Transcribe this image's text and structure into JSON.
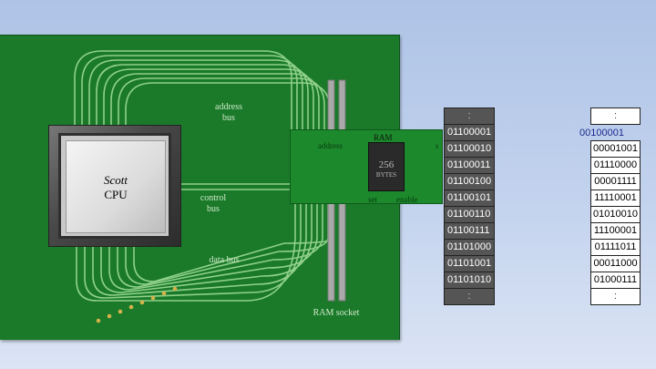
{
  "colors": {
    "board": "#1a7a2a",
    "trace": "#8fd08a",
    "socket": "#a9a9a9",
    "pin": "#d4b24a",
    "address_cell": "#555555",
    "value_cell": "#ffffff",
    "overflow_text": "#1b2a8c"
  },
  "diagram": {
    "cpu": {
      "name": "Scott",
      "type": "CPU"
    },
    "labels": {
      "address_bus": "address bus",
      "control_bus": "control bus",
      "data_bus": "data bus",
      "ram_socket": "RAM socket"
    },
    "ram": {
      "title": "RAM",
      "size": "256",
      "unit": "BYTES",
      "address_label": "address",
      "set_label": "set",
      "enable_label": "enable",
      "extra_label": "s"
    },
    "memory": {
      "ellipsis": ":",
      "addresses": [
        "01100001",
        "01100010",
        "01100011",
        "01100100",
        "01100101",
        "01100110",
        "01100111",
        "01101000",
        "01101001",
        "01101010"
      ],
      "overflow_value": "00100001",
      "values": [
        "00001001",
        "01110000",
        "00001111",
        "11110001",
        "01010010",
        "11100001",
        "01111011",
        "00011000",
        "01000111"
      ]
    }
  }
}
